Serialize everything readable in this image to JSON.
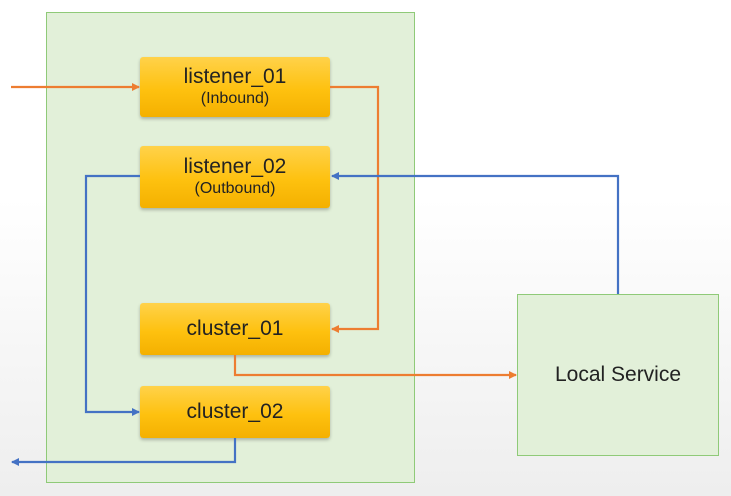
{
  "nodes": {
    "listener_01": {
      "label": "listener_01",
      "sublabel": "(Inbound)"
    },
    "listener_02": {
      "label": "listener_02",
      "sublabel": "(Outbound)"
    },
    "cluster_01": {
      "label": "cluster_01"
    },
    "cluster_02": {
      "label": "cluster_02"
    },
    "local_service": {
      "label": "Local Service"
    }
  },
  "colors": {
    "inbound_flow": "#ed7d31",
    "outbound_flow": "#4472c4",
    "container_fill": "#e2f0d9",
    "container_border": "#8fca78",
    "node_fill": "#fec10f"
  }
}
